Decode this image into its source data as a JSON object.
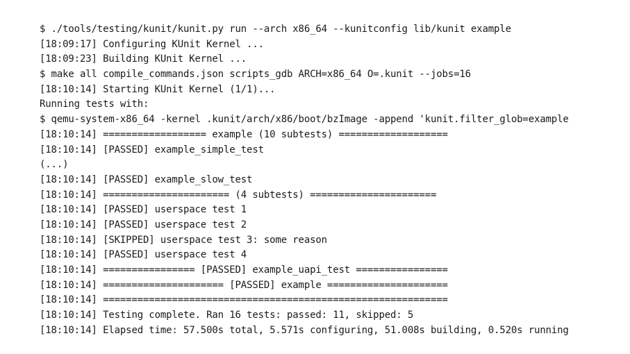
{
  "terminal": {
    "lines": [
      "$ ./tools/testing/kunit/kunit.py run --arch x86_64 --kunitconfig lib/kunit example",
      "[18:09:17] Configuring KUnit Kernel ...",
      "[18:09:23] Building KUnit Kernel ...",
      "$ make all compile_commands.json scripts_gdb ARCH=x86_64 O=.kunit --jobs=16",
      "[18:10:14] Starting KUnit Kernel (1/1)...",
      "Running tests with:",
      "$ qemu-system-x86_64 -kernel .kunit/arch/x86/boot/bzImage -append 'kunit.filter_glob=example",
      "[18:10:14] ================== example (10 subtests) ===================",
      "[18:10:14] [PASSED] example_simple_test",
      "(...)",
      "[18:10:14] [PASSED] example_slow_test",
      "[18:10:14] ====================== (4 subtests) ======================",
      "[18:10:14] [PASSED] userspace test 1",
      "[18:10:14] [PASSED] userspace test 2",
      "[18:10:14] [SKIPPED] userspace test 3: some reason",
      "[18:10:14] [PASSED] userspace test 4",
      "[18:10:14] ================ [PASSED] example_uapi_test ================",
      "[18:10:14] ===================== [PASSED] example =====================",
      "[18:10:14] ============================================================",
      "[18:10:14] Testing complete. Ran 16 tests: passed: 11, skipped: 5",
      "[18:10:14] Elapsed time: 57.500s total, 5.571s configuring, 51.008s building, 0.520s running"
    ]
  }
}
